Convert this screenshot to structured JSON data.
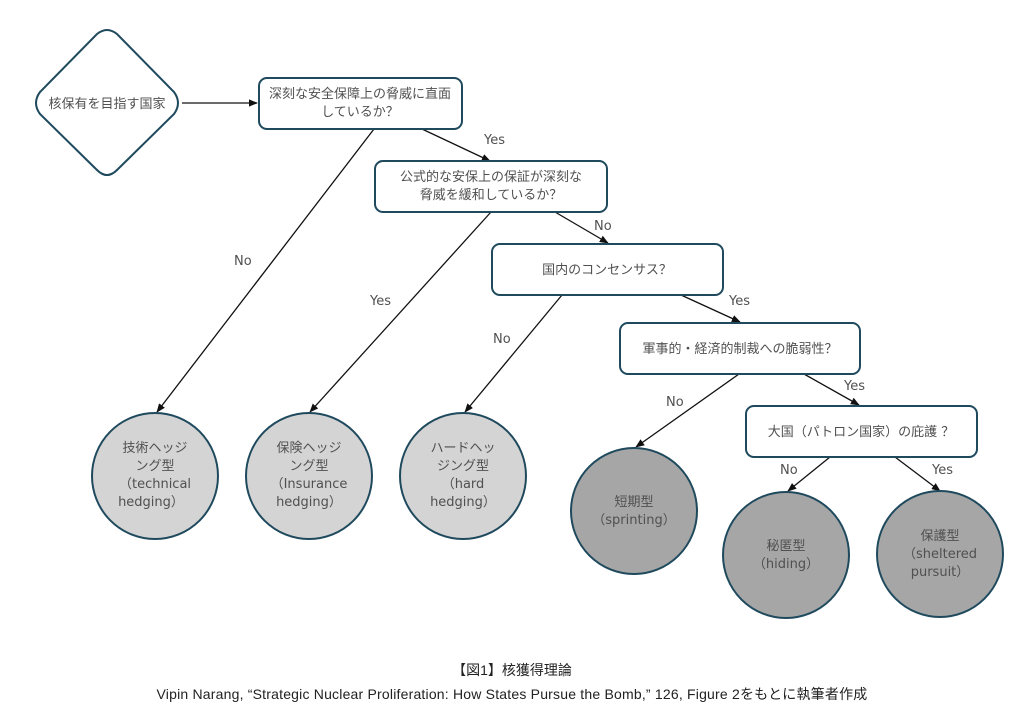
{
  "colors": {
    "node_stroke": "#1f4a5e",
    "edge": "#111111",
    "outcome_light_fill": "#d4d4d4",
    "outcome_dark_fill": "#a6a6a6",
    "text": "#505050"
  },
  "start": {
    "label": "核保有を目指す国家"
  },
  "questions": [
    {
      "id": "q1",
      "lines": [
        "深刻な安全保障上の脅威に直面",
        "しているか？"
      ]
    },
    {
      "id": "q2",
      "lines": [
        "公式的な安保上の保証が深刻な",
        "脅威を緩和しているか？"
      ]
    },
    {
      "id": "q3",
      "lines": [
        "国内のコンセンサス？"
      ]
    },
    {
      "id": "q4",
      "lines": [
        "軍事的・経済的制裁への脆弱性？"
      ]
    },
    {
      "id": "q5",
      "lines": [
        "大国（パトロン国家）の庇護 ？"
      ]
    }
  ],
  "outcomes": [
    {
      "id": "technical",
      "lines": [
        "技術ヘッジ",
        "ング型",
        "（technical",
        "hedging）"
      ],
      "shade": "light"
    },
    {
      "id": "insurance",
      "lines": [
        "保険ヘッジ",
        "ング型",
        "（Insurance",
        "hedging）"
      ],
      "shade": "light"
    },
    {
      "id": "hard",
      "lines": [
        "ハードヘッ",
        "ジング型",
        "（hard",
        "hedging）"
      ],
      "shade": "light"
    },
    {
      "id": "sprinting",
      "lines": [
        "短期型",
        "（sprinting）"
      ],
      "shade": "dark"
    },
    {
      "id": "hiding",
      "lines": [
        "秘匿型",
        "（hiding）"
      ],
      "shade": "dark"
    },
    {
      "id": "sheltered",
      "lines": [
        "保護型",
        "（sheltered",
        "pursuit）"
      ],
      "shade": "dark"
    }
  ],
  "edges": [
    {
      "from": "start",
      "to": "q1",
      "label": ""
    },
    {
      "from": "q1",
      "to": "q2",
      "label": "Yes"
    },
    {
      "from": "q1",
      "to": "technical",
      "label": "No"
    },
    {
      "from": "q2",
      "to": "q3",
      "label": "No"
    },
    {
      "from": "q2",
      "to": "insurance",
      "label": "Yes"
    },
    {
      "from": "q3",
      "to": "q4",
      "label": "Yes"
    },
    {
      "from": "q3",
      "to": "hard",
      "label": "No"
    },
    {
      "from": "q4",
      "to": "q5",
      "label": "Yes"
    },
    {
      "from": "q4",
      "to": "sprinting",
      "label": "No"
    },
    {
      "from": "q5",
      "to": "hiding",
      "label": "No"
    },
    {
      "from": "q5",
      "to": "sheltered",
      "label": "Yes"
    }
  ],
  "caption": {
    "title": "【図1】核獲得理論",
    "source": "Vipin Narang, “Strategic Nuclear Proliferation: How States Pursue the Bomb,” 126, Figure 2をもとに執筆者作成"
  }
}
